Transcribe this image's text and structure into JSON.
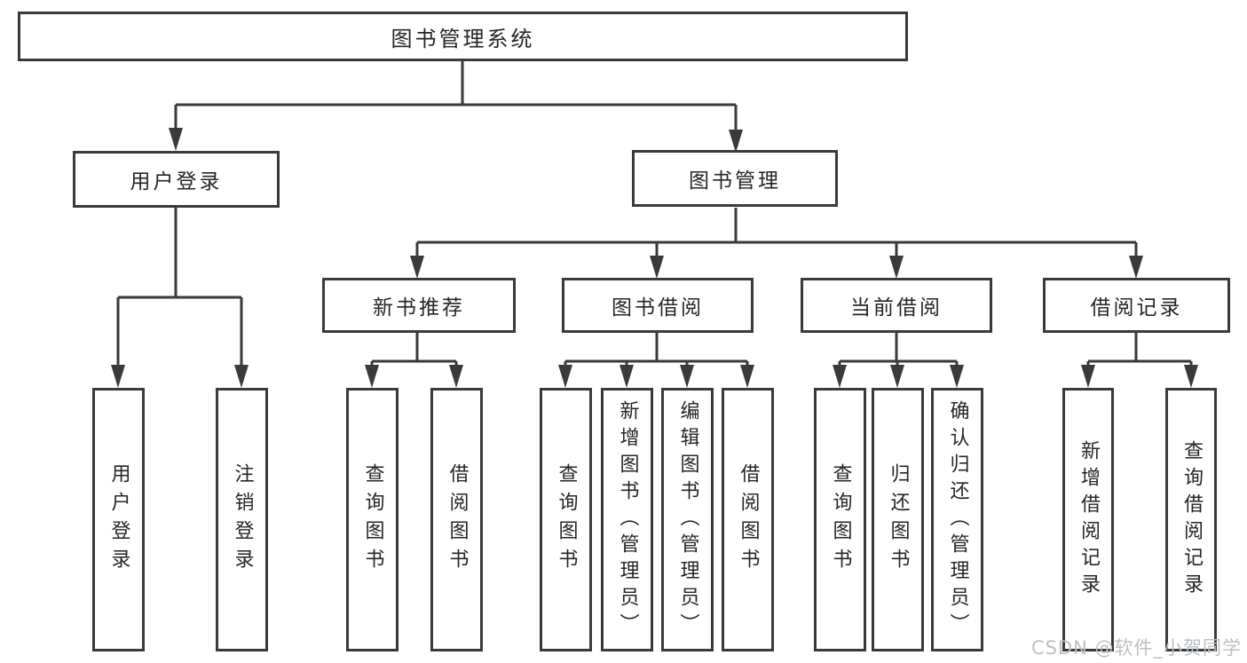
{
  "tree": {
    "label": "图书管理系统",
    "children": [
      {
        "label": "用户登录",
        "children": [
          {
            "label": "用户登录"
          },
          {
            "label": "注销登录"
          }
        ]
      },
      {
        "label": "图书管理",
        "children": [
          {
            "label": "新书推荐",
            "children": [
              {
                "label": "查询图书"
              },
              {
                "label": "借阅图书"
              }
            ]
          },
          {
            "label": "图书借阅",
            "children": [
              {
                "label": "查询图书"
              },
              {
                "label": "新增图书（管理员）"
              },
              {
                "label": "编辑图书（管理员）"
              },
              {
                "label": "借阅图书"
              }
            ]
          },
          {
            "label": "当前借阅",
            "children": [
              {
                "label": "查询图书"
              },
              {
                "label": "归还图书"
              },
              {
                "label": "确认归还（管理员）"
              }
            ]
          },
          {
            "label": "借阅记录",
            "children": [
              {
                "label": "新增借阅记录"
              },
              {
                "label": "查询借阅记录"
              }
            ]
          }
        ]
      }
    ]
  },
  "watermark": {
    "text": "CSDN @软件_小贺同学"
  },
  "colors": {
    "line": "#3a3a3c",
    "box_border": "#3a3a3c",
    "text": "#262626",
    "background": "#ffffff",
    "watermark_text": "#bcc0c4"
  }
}
